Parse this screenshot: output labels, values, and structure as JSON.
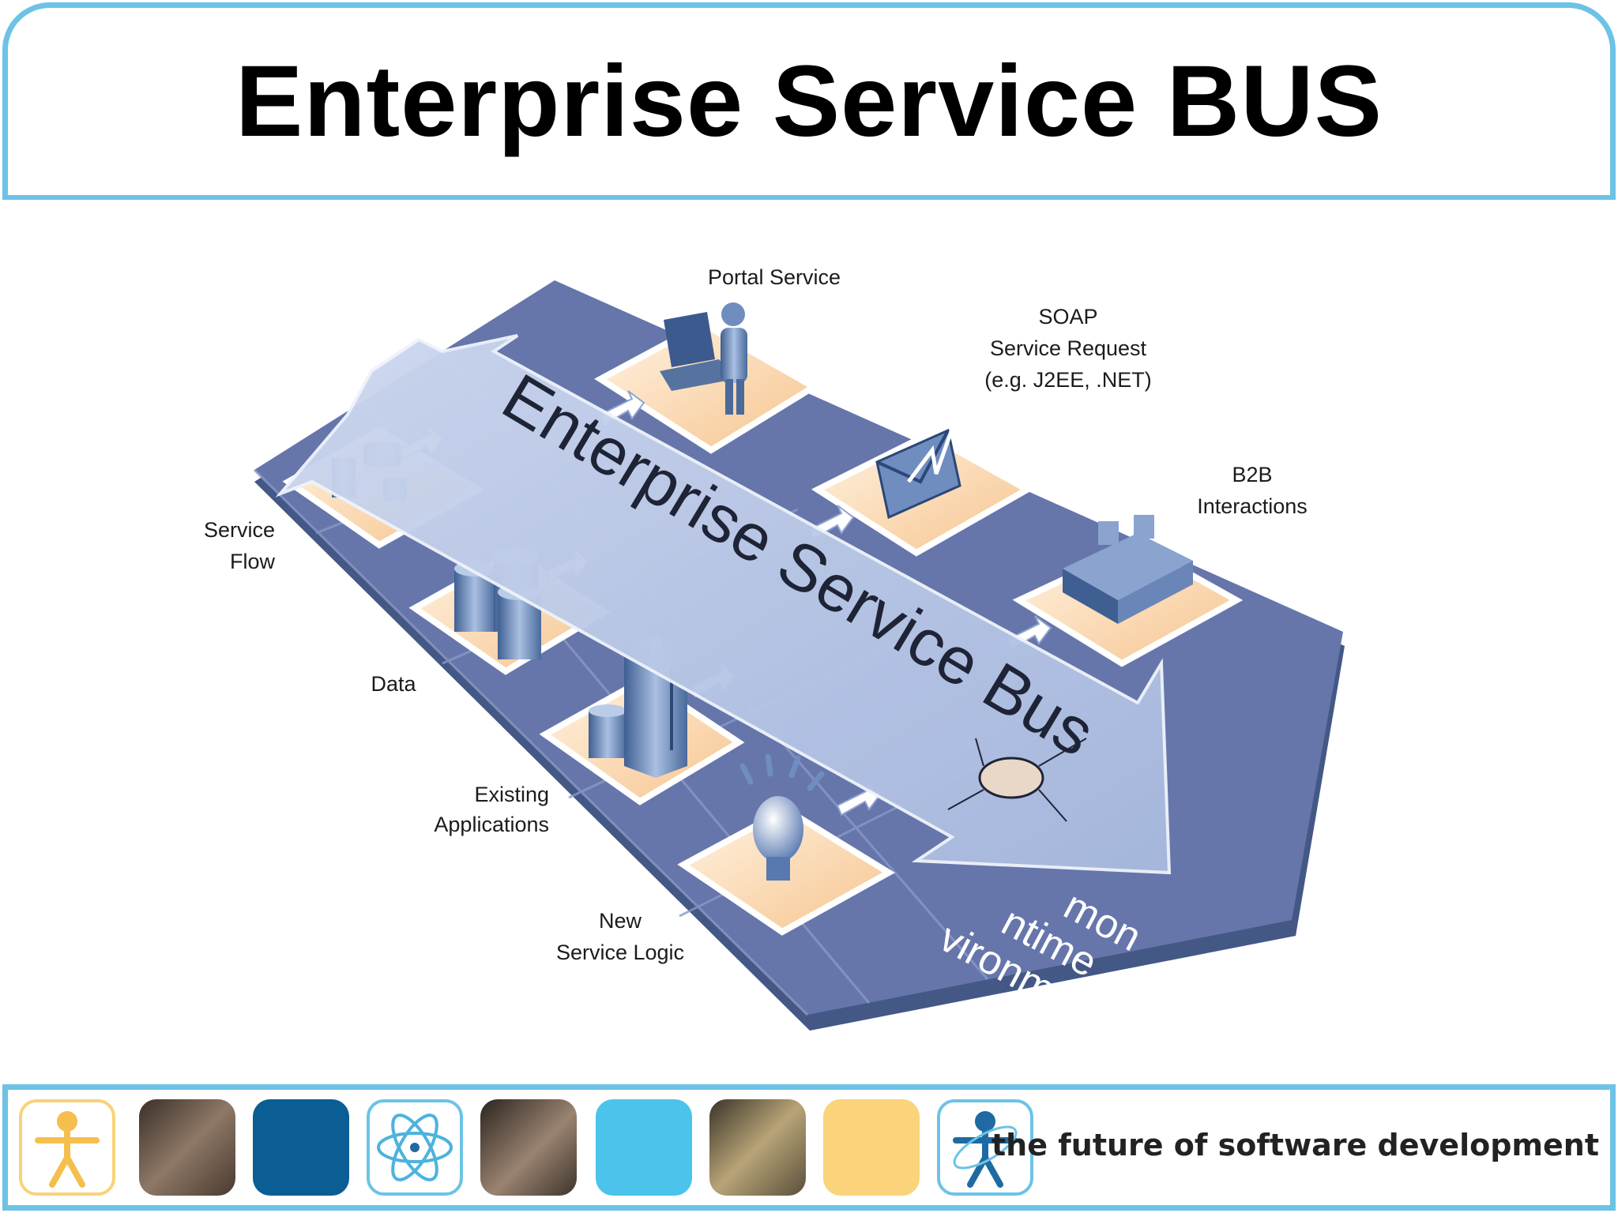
{
  "header": {
    "title": "Enterprise Service BUS"
  },
  "diagram": {
    "bus_label": "Enterprise Service Bus",
    "platform_label_lines": [
      "mon",
      "ntime",
      "vironment"
    ],
    "labels": {
      "portal": "Portal Service",
      "soap_1": "SOAP",
      "soap_2": "Service Request",
      "soap_3": "(e.g. J2EE, .NET)",
      "b2b_1": "B2B",
      "b2b_2": "Interactions",
      "flow_1": "Service",
      "flow_2": "Flow",
      "data": "Data",
      "existing_1": "Existing",
      "existing_2": "Applications",
      "newlogic_1": "New",
      "newlogic_2": "Service Logic"
    }
  },
  "footer": {
    "tagline": "the future of software development",
    "tiles": [
      {
        "kind": "figure-icon",
        "color": "#f8d27a"
      },
      {
        "kind": "photo",
        "color": "#6b5a4a"
      },
      {
        "kind": "solid",
        "color": "#0a5e93"
      },
      {
        "kind": "atom-icon",
        "color": "#6cc3e6"
      },
      {
        "kind": "photo",
        "color": "#7b6a5c"
      },
      {
        "kind": "solid",
        "color": "#4cc3ea"
      },
      {
        "kind": "photo",
        "color": "#8a7a5a"
      },
      {
        "kind": "solid",
        "color": "#fbd37a"
      },
      {
        "kind": "figure-icon",
        "color": "#1f6aa2"
      }
    ]
  }
}
